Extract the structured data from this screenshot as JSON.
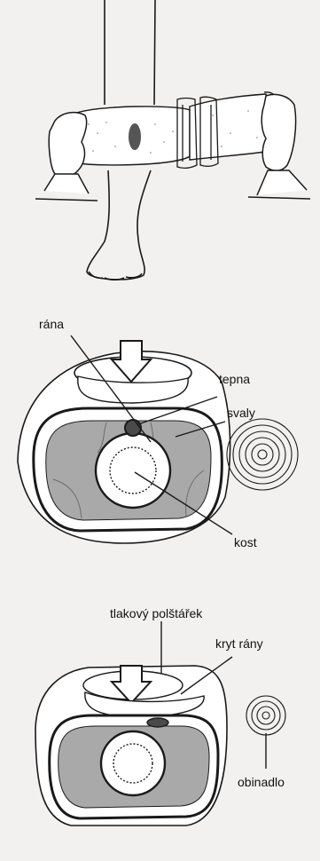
{
  "labels": {
    "wound": "rána",
    "artery": "tepna",
    "muscles": "svaly",
    "bone": "kost",
    "pressure_pad": "tlakový polštářek",
    "wound_cover": "kryt rány",
    "bandage": "obinadlo"
  },
  "colors": {
    "background": "#f3f1ef",
    "line": "#1a1a1a",
    "muscle_fill": "#a9a9a9",
    "skin_fill": "#ffffff",
    "wound_fill": "#555555"
  }
}
